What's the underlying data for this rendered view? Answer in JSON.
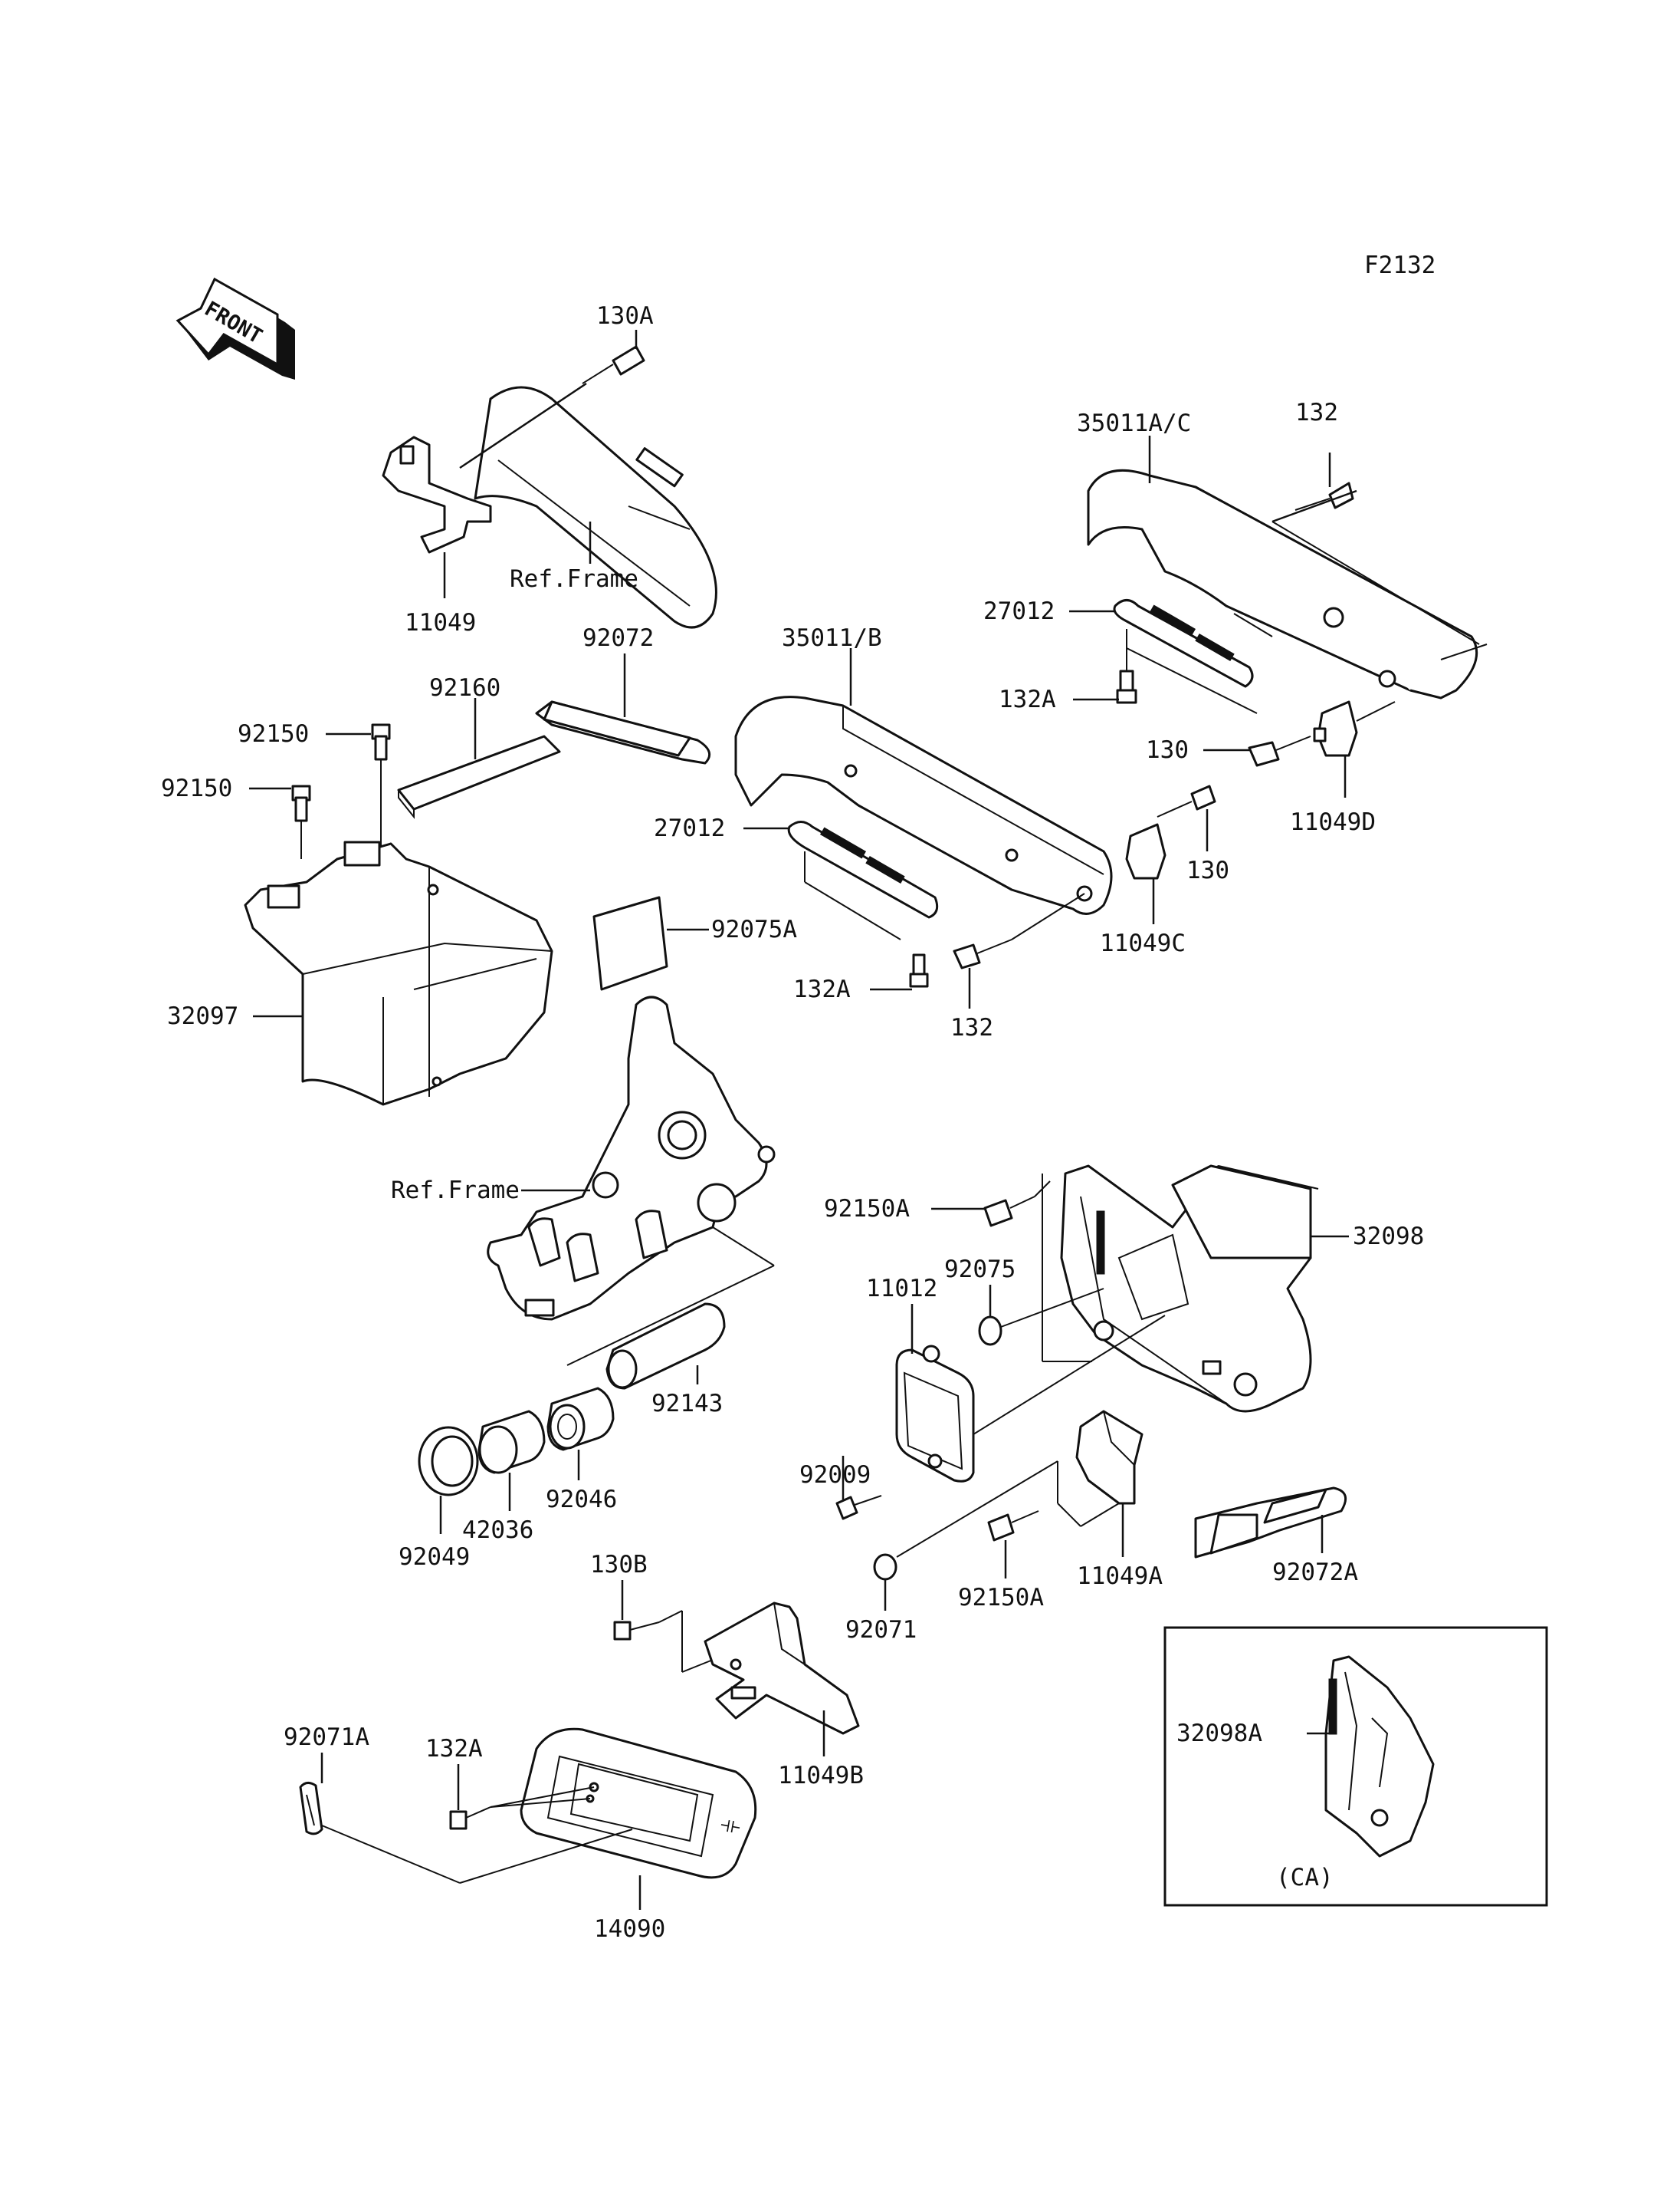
{
  "diagram_code": "F2132",
  "front_arrow_text": "FRONT",
  "inset_caption": "(CA)",
  "labels": {
    "l130A": "130A",
    "l11049": "11049",
    "lRefFrame1": "Ref.Frame",
    "l35011AC": "35011A/C",
    "l132top": "132",
    "l27012a": "27012",
    "l132Aa": "132A",
    "l130a": "130",
    "l11049D": "11049D",
    "l92072": "92072",
    "l92160": "92160",
    "l92150a": "92150",
    "l92150b": "92150",
    "l35011B": "35011/B",
    "l27012b": "27012",
    "l92075A": "92075A",
    "l132Ab": "132A",
    "l132b": "132",
    "l130b": "130",
    "l11049C": "11049C",
    "l32097": "32097",
    "lRefFrame2": "Ref.Frame",
    "l92150A1": "92150A",
    "l92075": "92075",
    "l11012": "11012",
    "l32098": "32098",
    "l92143": "92143",
    "l92009": "92009",
    "l92046": "92046",
    "l42036": "42036",
    "l92049": "92049",
    "l130B": "130B",
    "l92150A2": "92150A",
    "l11049A": "11049A",
    "l92072A": "92072A",
    "l92071": "92071",
    "l92071A": "92071A",
    "l132Ac": "132A",
    "l11049B": "11049B",
    "l14090": "14090",
    "l32098A": "32098A"
  }
}
